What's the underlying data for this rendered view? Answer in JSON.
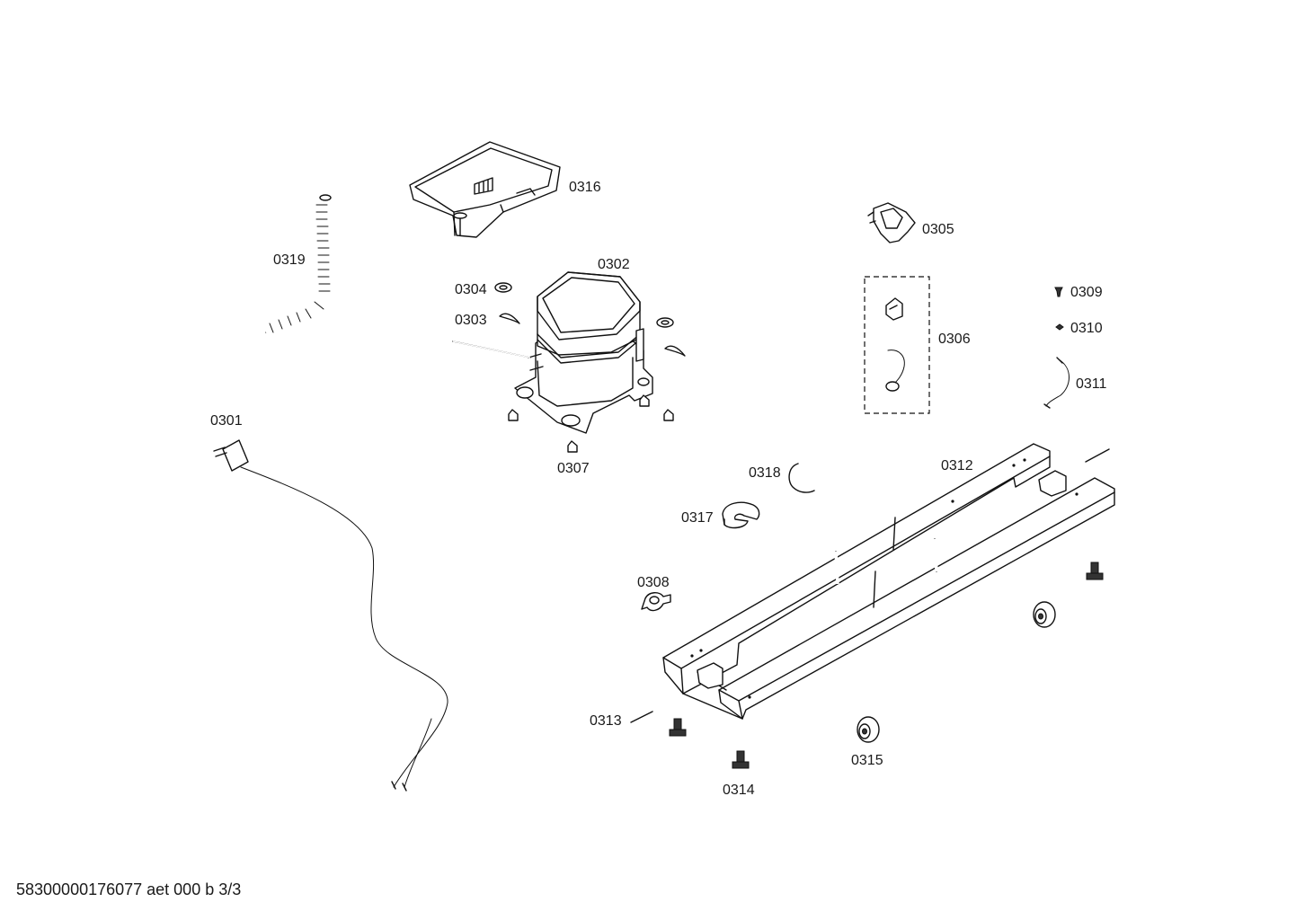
{
  "drawing_id": "58300000176077 aet 000 b 3/3",
  "labels": {
    "p0301": "0301",
    "p0302": "0302",
    "p0303": "0303",
    "p0304": "0304",
    "p0305": "0305",
    "p0306": "0306",
    "p0307": "0307",
    "p0308": "0308",
    "p0309": "0309",
    "p0310": "0310",
    "p0311": "0311",
    "p0312": "0312",
    "p0313": "0313",
    "p0314": "0314",
    "p0315": "0315",
    "p0316": "0316",
    "p0317": "0317",
    "p0318": "0318",
    "p0319": "0319"
  }
}
